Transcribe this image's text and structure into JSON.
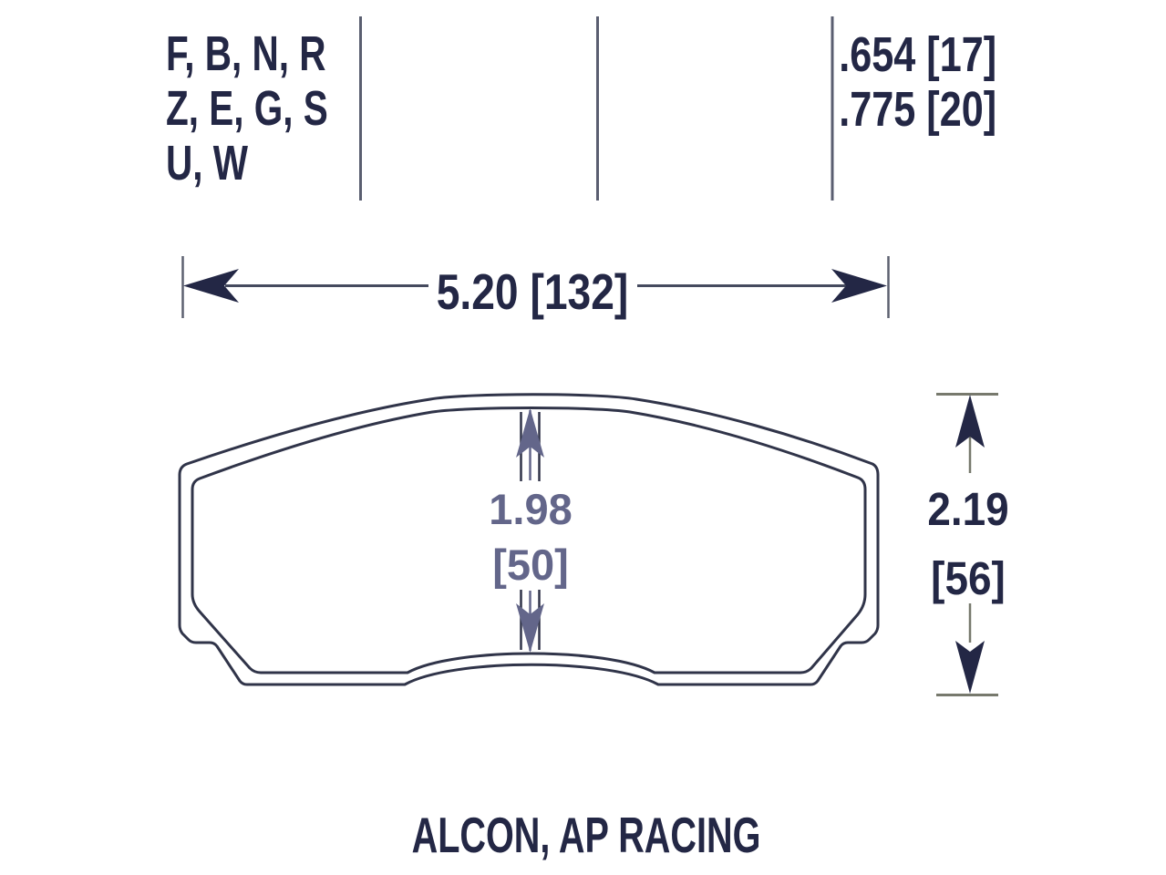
{
  "codes": {
    "lines": [
      "F, B, N, R",
      "Z, E, G, S",
      "U, W"
    ]
  },
  "thickness": {
    "lines": [
      ".654 [17]",
      ".775 [20]"
    ]
  },
  "dimensions": {
    "width": {
      "label": "5.20 [132]"
    },
    "pad_height": {
      "value": "1.98",
      "bracket": "[50]"
    },
    "overall_height": {
      "value": "2.19",
      "bracket": "[56]"
    }
  },
  "caption": "ALCON, AP RACING",
  "colors": {
    "navy": "#232745",
    "pad_outline": "#303449",
    "separator_bar": "#5a5e70",
    "dimension_shaft": "#454a5e",
    "extension_line": "#5d6170",
    "pad_height_dim": "#63668a",
    "overall_height_lines": "#77796d",
    "background": "#ffffff"
  }
}
